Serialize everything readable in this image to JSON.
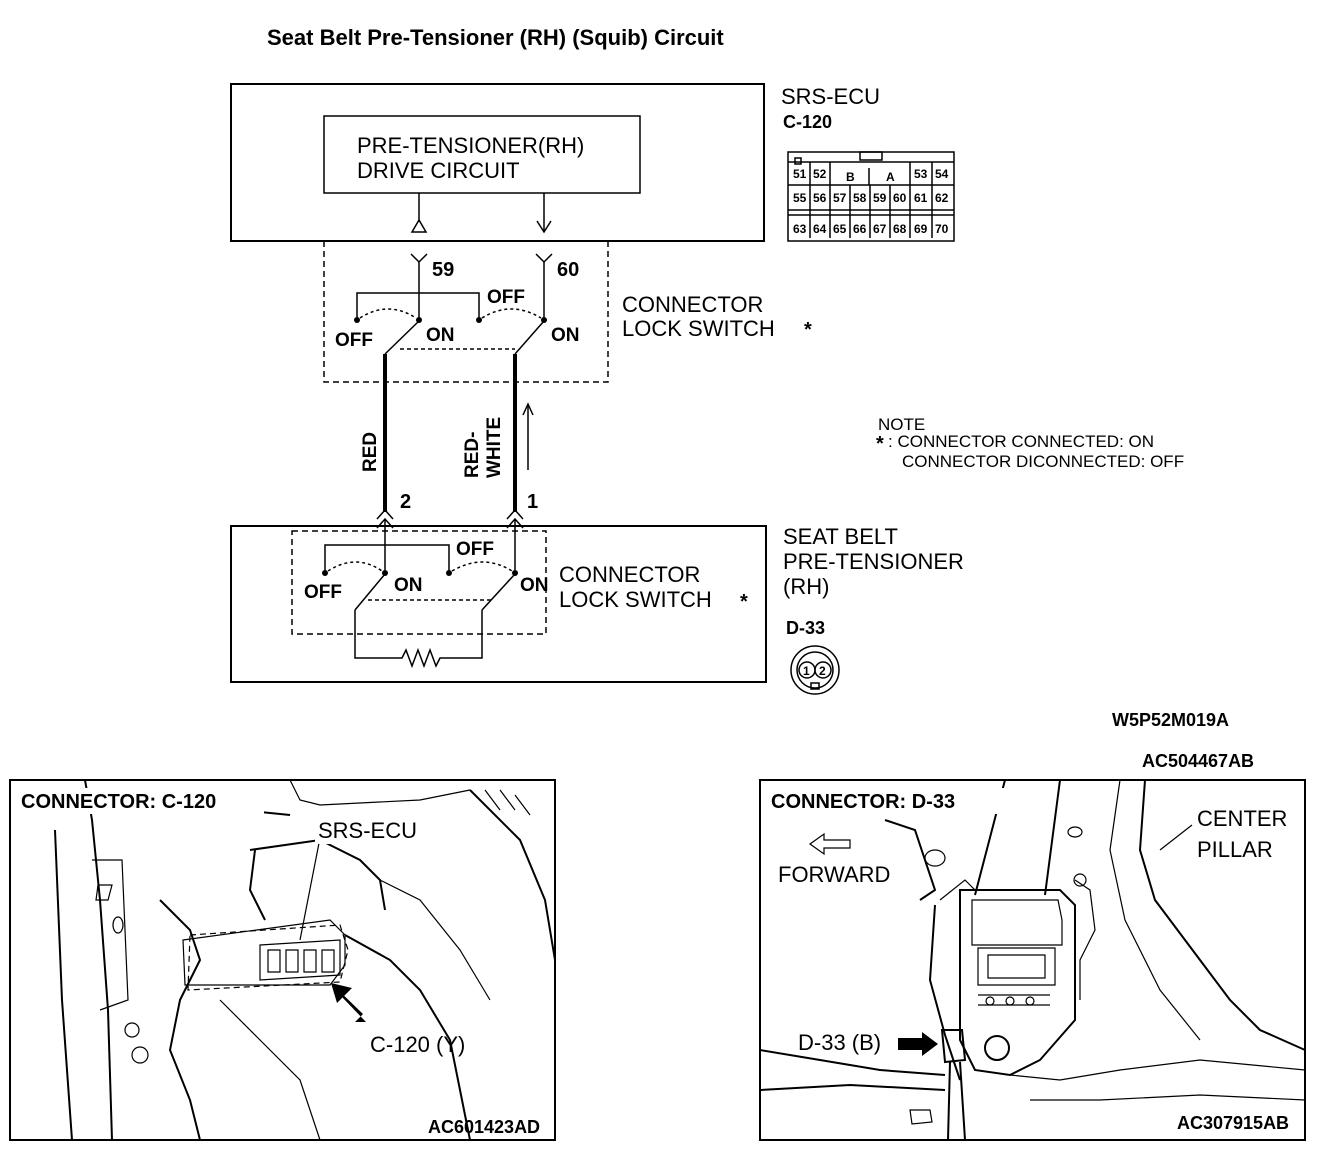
{
  "title": "Seat Belt Pre-Tensioner (RH) (Squib) Circuit",
  "ecu": {
    "name": "SRS-ECU",
    "connector": "C-120",
    "drive_circuit_line1": "PRE-TENSIONER(RH)",
    "drive_circuit_line2": "DRIVE CIRCUIT",
    "pin_a": "59",
    "pin_b": "60",
    "pinout": {
      "row1": [
        "51",
        "52",
        "B",
        "A",
        "53",
        "54"
      ],
      "row2": [
        "55",
        "56",
        "57",
        "58",
        "59",
        "60",
        "61",
        "62"
      ],
      "row3": [
        "63",
        "64",
        "65",
        "66",
        "67",
        "68",
        "69",
        "70"
      ]
    }
  },
  "switch": {
    "off": "OFF",
    "on": "ON",
    "label_line1": "CONNECTOR",
    "label_line2": "LOCK SWITCH",
    "asterisk": "*"
  },
  "wires": {
    "left_color": "RED",
    "right_color_line1": "RED-",
    "right_color_line2": "WHITE",
    "pin_left": "2",
    "pin_right": "1"
  },
  "note": {
    "heading": "NOTE",
    "asterisk": "*",
    "line1": ": CONNECTOR CONNECTED: ON",
    "line2": "CONNECTOR DICONNECTED: OFF"
  },
  "pretensioner": {
    "line1": "SEAT BELT",
    "line2": "PRE-TENSIONER",
    "line3": "(RH)",
    "connector": "D-33",
    "pin1": "1",
    "pin2": "2"
  },
  "codes": {
    "diagram": "W5P52M019A",
    "figure": "AC504467AB"
  },
  "photo_left": {
    "heading": "CONNECTOR: C-120",
    "callout_ecu": "SRS-ECU",
    "callout_connector": "C-120 (Y)",
    "code": "AC601423AD"
  },
  "photo_right": {
    "heading": "CONNECTOR: D-33",
    "forward": "FORWARD",
    "pillar_line1": "CENTER",
    "pillar_line2": "PILLAR",
    "callout_connector": "D-33 (B)",
    "code": "AC307915AB"
  }
}
